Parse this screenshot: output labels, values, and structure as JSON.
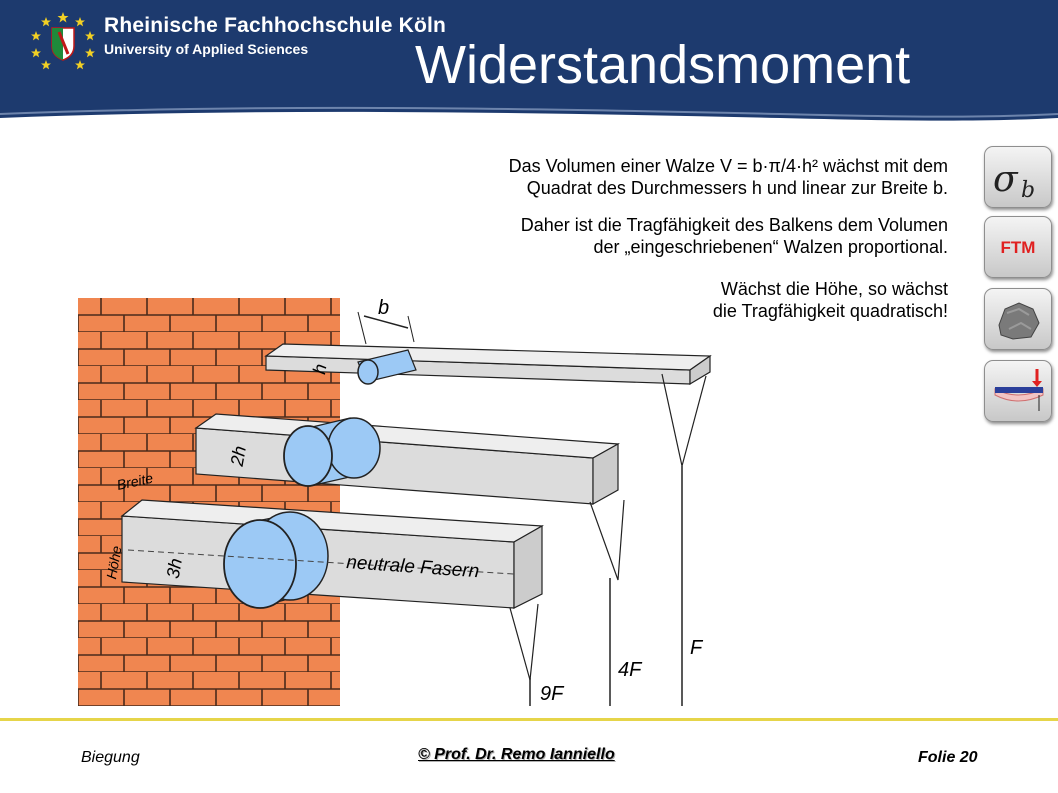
{
  "header": {
    "institution": "Rheinische Fachhochschule Köln",
    "subtitle": "University of Applied Sciences",
    "title": "Widerstandsmoment"
  },
  "body": {
    "paragraph1": [
      "Das Volumen einer Walze V = b·π/4·h² wächst mit dem",
      "Quadrat des Durchmessers h und linear zur Breite b."
    ],
    "paragraph2": [
      "Daher ist die Tragfähigkeit des Balkens dem Volumen",
      "der „eingeschriebenen“ Walzen proportional."
    ],
    "paragraph3": [
      "Wächst die Höhe, so wächst",
      "die Tragfähigkeit quadratisch!"
    ]
  },
  "figure": {
    "labels": {
      "b": "b",
      "h": "h",
      "h2": "2h",
      "h3": "3h",
      "breite": "Breite",
      "hoehe": "Höhe",
      "neutral": "neutrale Fasern",
      "f": "F",
      "f4": "4F",
      "f9": "9F"
    }
  },
  "nav": {
    "sigma_label": "σ",
    "sigma_sub": "b",
    "ftm_label": "FTM"
  },
  "footer": {
    "left": "Biegung",
    "center": "© Prof. Dr. Remo Ianniello",
    "right": "Folie 20"
  },
  "colors": {
    "header": "#1d3a6e",
    "brick": "#f08650",
    "cylinder": "#9cc9f5",
    "ftm": "#e02020",
    "footer_line": "#e6d54a"
  }
}
